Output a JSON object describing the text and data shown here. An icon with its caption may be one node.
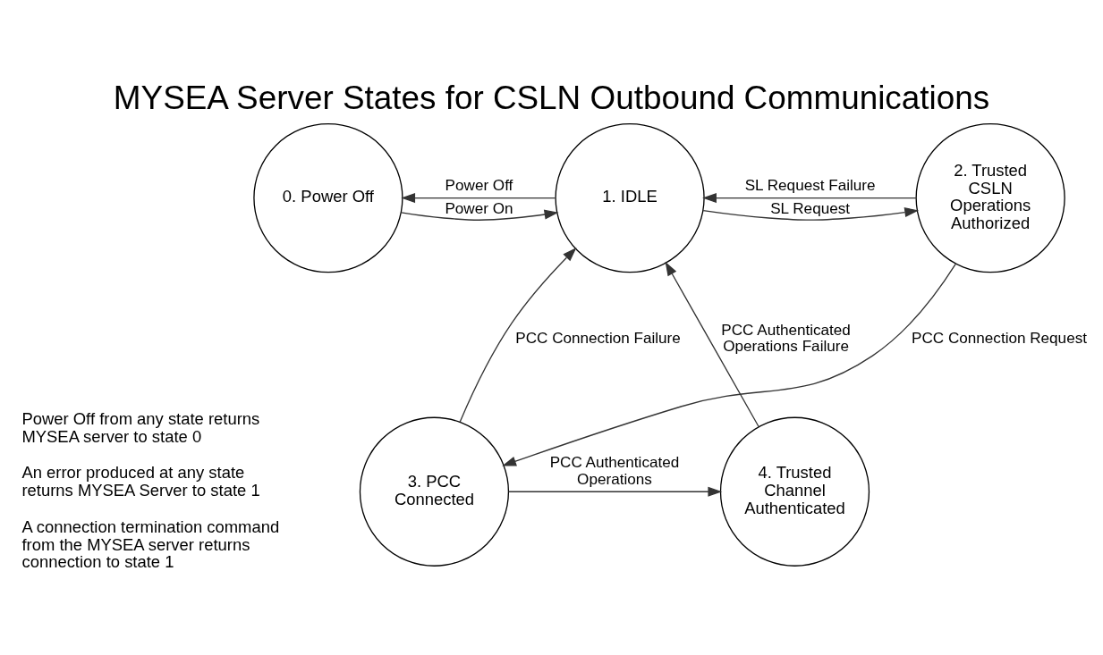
{
  "diagram": {
    "title": "MYSEA Server States for CSLN Outbound Communications",
    "nodes": [
      {
        "text": [
          "0. Power Off"
        ]
      },
      {
        "text": [
          "1. IDLE"
        ]
      },
      {
        "text": [
          "2. Trusted CSLN Operations Authorized"
        ]
      },
      {
        "text": [
          "3. PCC Connected"
        ]
      },
      {
        "text": [
          "4. Trusted Channel Authenticated"
        ]
      }
    ],
    "edges": [
      {
        "from": 1,
        "to": 0,
        "arrow": "to",
        "label": "Power Off"
      },
      {
        "from": 0,
        "to": 1,
        "arrow": "to",
        "label": "Power On"
      },
      {
        "from": 2,
        "to": 1,
        "arrow": "to",
        "label": "SL Request Failure"
      },
      {
        "from": 1,
        "to": 2,
        "arrow": "to",
        "label": "SL Request"
      },
      {
        "from": 2,
        "to": 3,
        "arrow": "to",
        "label": "PCC Connection Request"
      },
      {
        "from": 3,
        "to": 1,
        "arrow": "to",
        "label": "PCC Connection Failure"
      },
      {
        "from": 3,
        "to": 4,
        "arrow": "to",
        "label": "PCC Authenticated Operations"
      },
      {
        "from": 4,
        "to": 1,
        "arrow": "to",
        "label": "PCC Authenticated Operations Failure"
      }
    ],
    "labels": [
      "Power Off from any state returns MYSEA server to state 0",
      "An error produced at any state returns MYSEA Server to state 1",
      "A connection termination command from the MYSEA server returns connection to state 1"
    ]
  }
}
